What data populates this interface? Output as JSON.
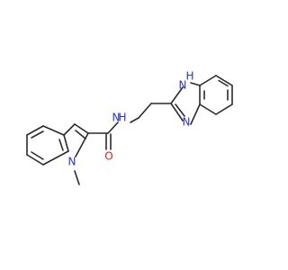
{
  "colors": {
    "background": "#ffffff",
    "bond": "#2b2b2b",
    "nitrogen": "#2a34d9",
    "oxygen": "#e01a1a"
  },
  "molecule": {
    "atoms": {
      "nh_benzimidazole": {
        "element": "N",
        "label": "N",
        "h_label": "H"
      },
      "n_benzimidazole": {
        "element": "N",
        "label": "N"
      },
      "n_amide": {
        "element": "N",
        "label": "N",
        "h_label": "H"
      },
      "o_amide": {
        "element": "O",
        "label": "O"
      },
      "n_indole": {
        "element": "N",
        "label": "N"
      }
    }
  }
}
